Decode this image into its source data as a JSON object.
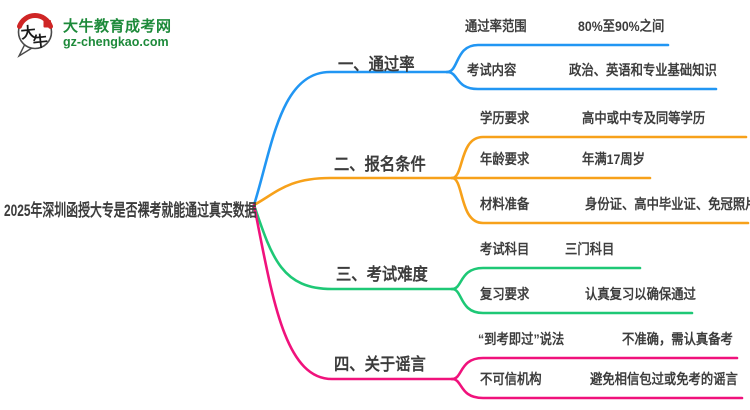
{
  "logo": {
    "site_name": "大牛教育成考网",
    "site_url": "gz-chengkao.com",
    "icon_char1": "大",
    "icon_char2": "牛",
    "green": "#1d8a3a",
    "red": "#cf2525",
    "outline": "#4a4a4a"
  },
  "root": {
    "label": "2025年深圳函授大专是否裸考就能通过真实数据"
  },
  "branches": [
    {
      "label": "一、通过率",
      "color": "#2196f3",
      "items": [
        {
          "label": "通过率范围",
          "value": "80%至90%之间"
        },
        {
          "label": "考试内容",
          "value": "政治、英语和专业基础知识"
        }
      ]
    },
    {
      "label": "二、报名条件",
      "color": "#f7a11a",
      "items": [
        {
          "label": "学历要求",
          "value": "高中或中专及同等学历"
        },
        {
          "label": "年龄要求",
          "value": "年满17周岁"
        },
        {
          "label": "材料准备",
          "value": "身份证、高中毕业证、免冠照片"
        }
      ]
    },
    {
      "label": "三、考试难度",
      "color": "#1ec876",
      "items": [
        {
          "label": "考试科目",
          "value": "三门科目"
        },
        {
          "label": "复习要求",
          "value": "认真复习以确保通过"
        }
      ]
    },
    {
      "label": "四、关于谣言",
      "color": "#f0127c",
      "items": [
        {
          "label": "“到考即过”说法",
          "value": "不准确，需认真备考"
        },
        {
          "label": "不可信机构",
          "value": "避免相信包过或免考的谣言"
        }
      ]
    }
  ]
}
